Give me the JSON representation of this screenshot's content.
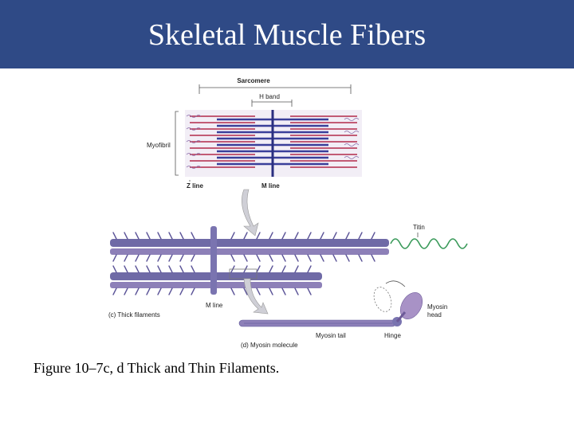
{
  "slide": {
    "title": "Skeletal Muscle Fibers",
    "caption": "Figure 10–7c, d Thick and Thin Filaments.",
    "colors": {
      "title_bar": "#2f4a86",
      "thick_filament": "#3a3f9a",
      "thin_filament": "#b22a4a",
      "myosin_purple": "#8d80b8",
      "titin": "#3a9a5a"
    }
  },
  "diagram": {
    "labels": {
      "sarcomere": "Sarcomere",
      "h_band": "H band",
      "myofibril": "Myofibril",
      "z_line": "Z line",
      "m_line_top": "M line",
      "titin": "Titin",
      "m_line_mid": "M line",
      "thick_filaments": "(c) Thick filaments",
      "myosin_head": "Myosin",
      "myosin_head_2": "head",
      "myosin_tail": "Myosin tail",
      "hinge": "Hinge",
      "myosin_molecule": "(d) Myosin molecule"
    }
  }
}
